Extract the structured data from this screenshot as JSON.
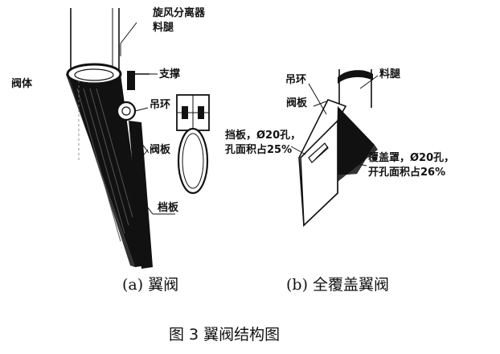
{
  "caption": "图 3  翼阀结构图",
  "panel_a": {
    "subtitle": "(a) 翼阀",
    "labels": {
      "separator_leg_line1": "旋风分离器",
      "separator_leg_line2": "料腿",
      "valve_body": "阀体",
      "support": "支撑",
      "hanging_ring": "吊环",
      "valve_plate": "阀板",
      "baffle": "档板"
    }
  },
  "panel_b": {
    "subtitle": "(b) 全覆盖翼阀",
    "labels": {
      "hanging_ring": "吊环",
      "dipleg": "料腿",
      "valve_plate": "阀板",
      "baffle_line1": "挡板，Ø20孔，",
      "baffle_line2": "孔面积占25%",
      "cover_line1": "覆盖罩，Ø20孔，",
      "cover_line2": "开孔面积占26%"
    }
  }
}
